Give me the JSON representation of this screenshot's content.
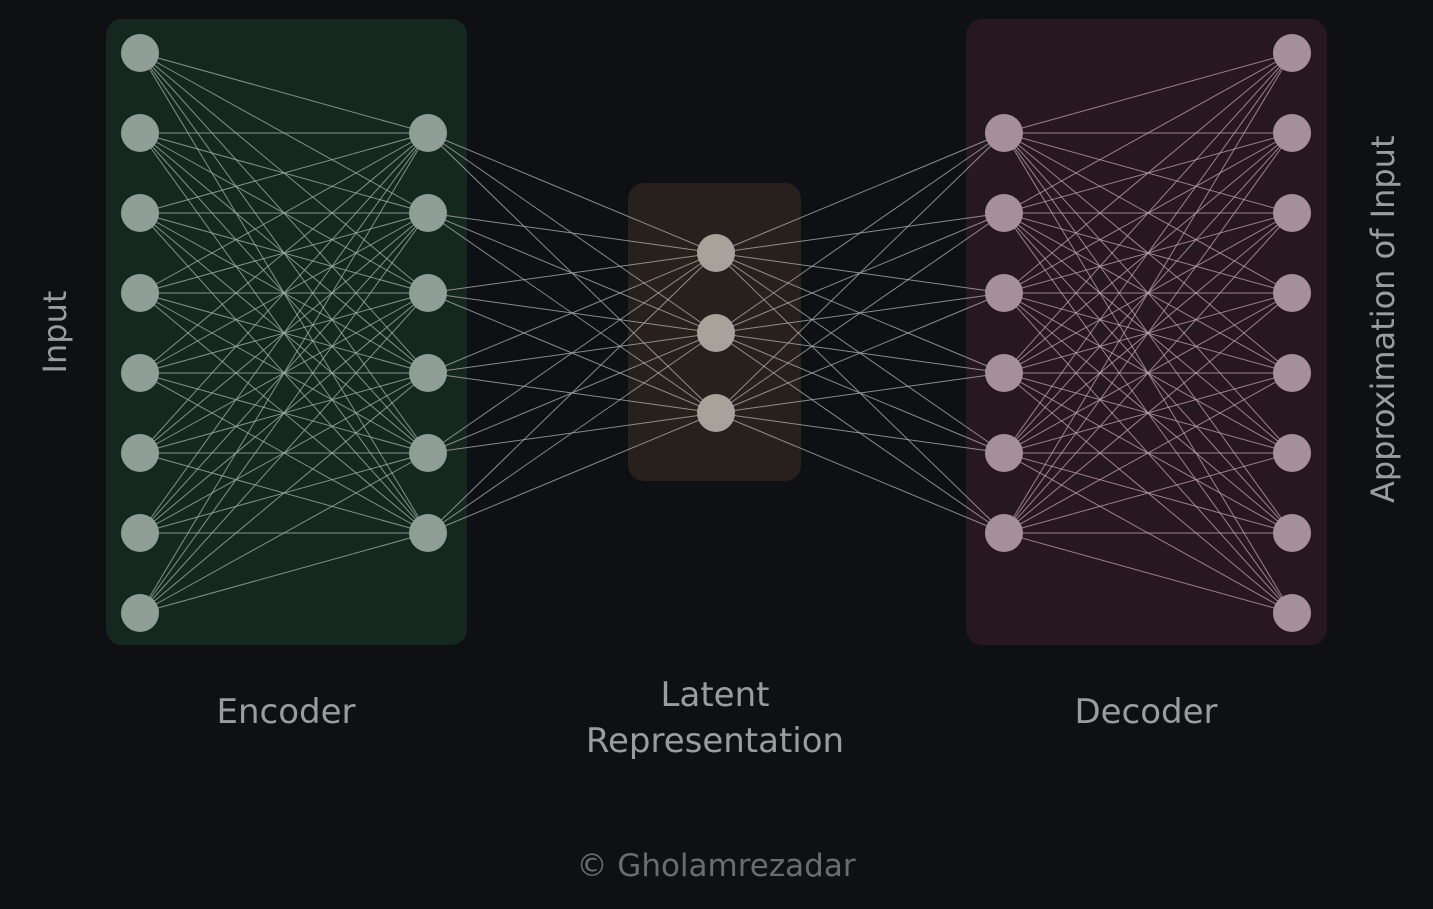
{
  "labels": {
    "input": "Input",
    "output": "Approximation of Input",
    "encoder": "Encoder",
    "latent_line1": "Latent",
    "latent_line2": "Representation",
    "decoder": "Decoder",
    "copyright": "© Gholamrezadar"
  },
  "layers": [
    {
      "name": "input",
      "nodes": 8,
      "color": "#8f9f95"
    },
    {
      "name": "encoder-hidden",
      "nodes": 6,
      "color": "#8f9f95"
    },
    {
      "name": "latent",
      "nodes": 3,
      "color": "#a9a29b"
    },
    {
      "name": "decoder-hidden",
      "nodes": 6,
      "color": "#a58f9b"
    },
    {
      "name": "output",
      "nodes": 8,
      "color": "#a58f9b"
    }
  ],
  "colors": {
    "background": "#0f1013",
    "encoder_panel": "#142820",
    "latent_panel": "#27201d",
    "decoder_panel": "#271720",
    "edge_green": "#a8b6ad",
    "edge_neutral": "#b3b3b3",
    "edge_pink": "#c0a8b6"
  }
}
